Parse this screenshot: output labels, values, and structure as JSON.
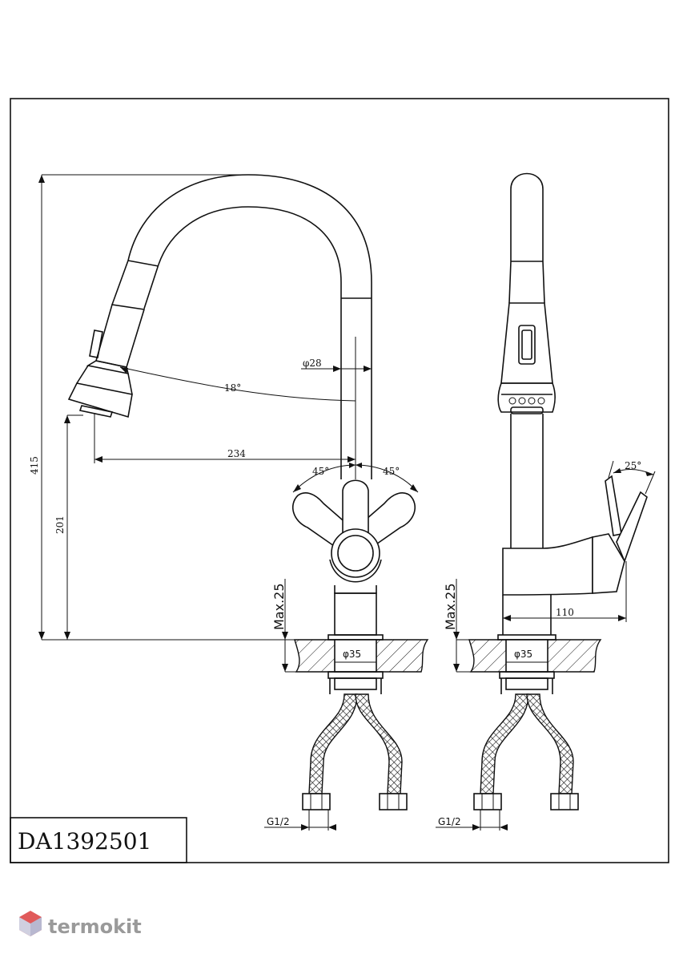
{
  "title_block": {
    "model_code": "DA1392501"
  },
  "dimensions": {
    "total_height": "415",
    "spout_height": "201",
    "reach": "234",
    "spout_diameter": "φ28",
    "head_angle": "18°",
    "handle_angle_left": "45°",
    "handle_angle_right": "45°",
    "side_handle_angle": "25°",
    "handle_depth": "110",
    "max_thickness_front": "Max.25",
    "max_thickness_side": "Max.25",
    "mount_hole_front": "φ35",
    "mount_hole_side": "φ35",
    "thread_front": "G1/2",
    "thread_side": "G1/2"
  },
  "watermark": {
    "brand": "termokit",
    "logo": "hexagon-cube-logo",
    "accent": "#e05a5a"
  }
}
